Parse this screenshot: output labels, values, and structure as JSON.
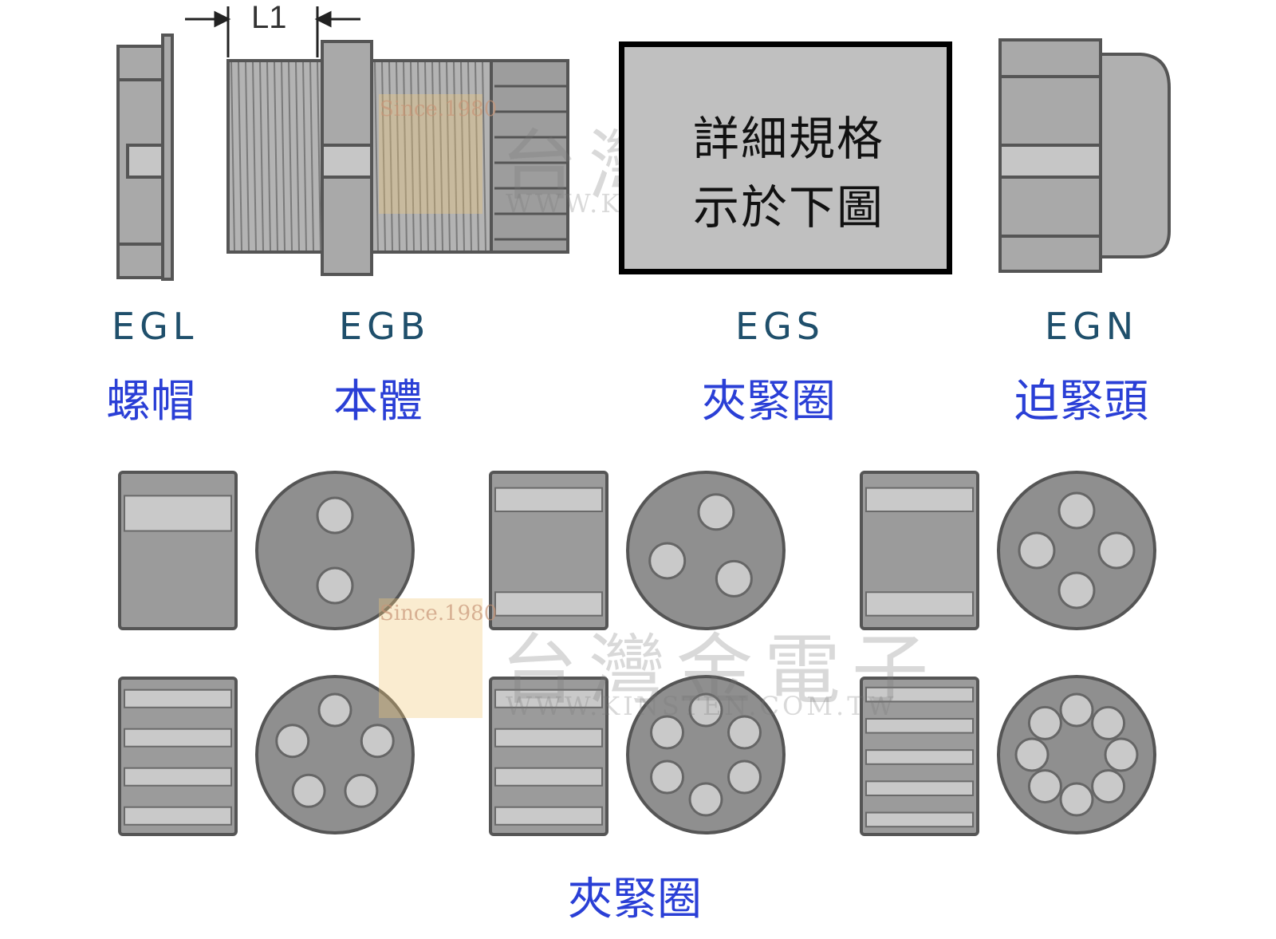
{
  "dimension": {
    "label": "L1"
  },
  "note": {
    "line1": "詳細規格",
    "line2": "示於下圖"
  },
  "parts": [
    {
      "code": "EGL",
      "name": "螺帽"
    },
    {
      "code": "EGB",
      "name": "本體"
    },
    {
      "code": "EGS",
      "name": "夾緊圈"
    },
    {
      "code": "EGN",
      "name": "迫緊頭"
    }
  ],
  "bottom_label": "夾緊圈",
  "seals": [
    {
      "holes": 2
    },
    {
      "holes": 3
    },
    {
      "holes": 4
    },
    {
      "holes": 5
    },
    {
      "holes": 6
    },
    {
      "holes": 8
    }
  ],
  "watermark": {
    "name": "台灣金電子",
    "since": "Since.1980",
    "url": "WWW.KINSTEN.COM.TW"
  },
  "colors": {
    "part_fill": "#a9a9a9",
    "part_stroke": "#555555",
    "label_blue": "#2a3fd6",
    "code_teal": "#1f4f6b"
  }
}
